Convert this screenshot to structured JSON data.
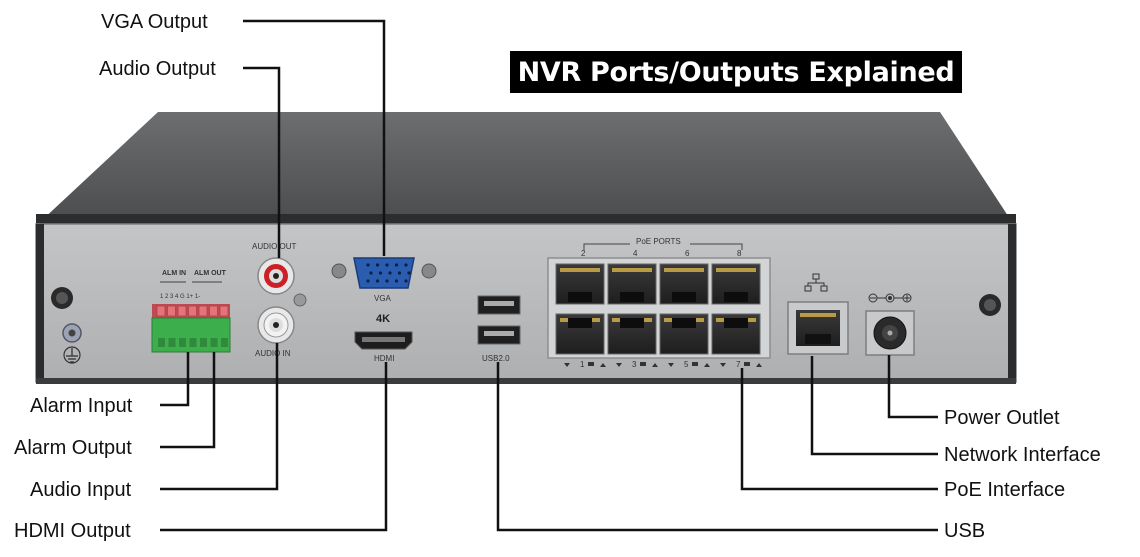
{
  "title": "NVR Ports/Outputs Explained",
  "callouts_left": {
    "vga_output": "VGA Output",
    "audio_output": "Audio Output",
    "alarm_input": "Alarm Input",
    "alarm_output": "Alarm Output",
    "audio_input": "Audio Input",
    "hdmi_output": "HDMI Output"
  },
  "callouts_right": {
    "power_outlet": "Power Outlet",
    "network_interface": "Network Interface",
    "poe_interface": "PoE Interface",
    "usb": "USB"
  },
  "device_labels": {
    "audio_out": "AUDIO OUT",
    "audio_in": "AUDIO IN",
    "vga": "VGA",
    "hdmi_4k": "4K",
    "hdmi": "HDMI",
    "usb": "USB2.0",
    "alm_in": "ALM IN",
    "alm_out": "ALM OUT",
    "alm_pins": "1 2 3 4 G 1+ 1-",
    "poe_ports": "PoE PORTS",
    "poe_top_numbers": [
      "2",
      "4",
      "6",
      "8"
    ],
    "poe_bottom_numbers": [
      "1",
      "3",
      "5",
      "7"
    ]
  },
  "colors": {
    "case_top": "#5a5b5d",
    "back_panel": "#b9babc",
    "terminal_block": "#3cae4c",
    "terminal_screws": "#e5737a",
    "rca_out_ring": "#cc2026",
    "vga_port": "#2a5db0",
    "title_bg": "#000000",
    "title_fg": "#ffffff"
  }
}
